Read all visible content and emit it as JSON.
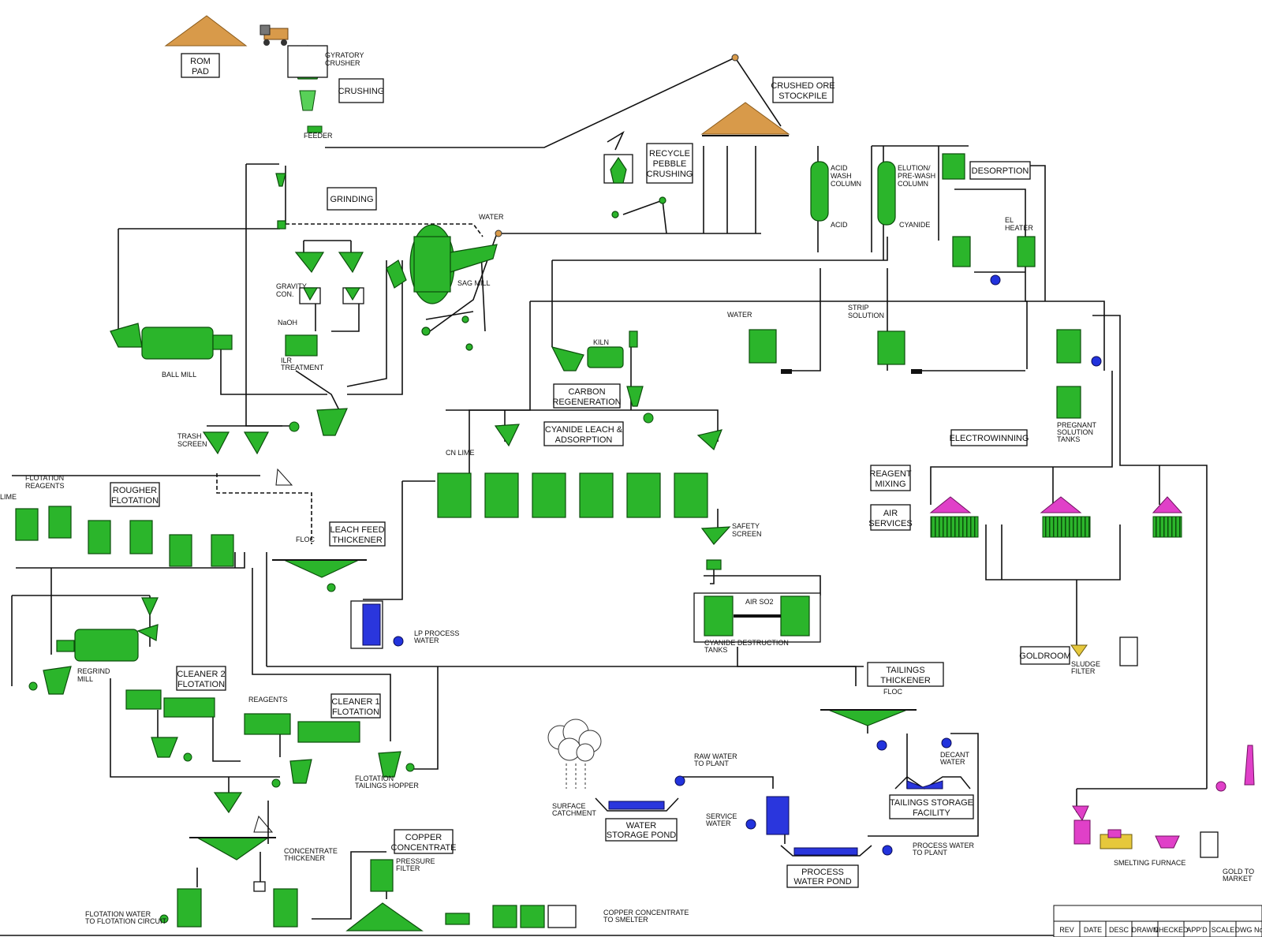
{
  "diagram": {
    "area_labels": {
      "rom_pad": [
        "ROM",
        "PAD"
      ],
      "crushing": "CRUSHING",
      "crushed_ore_stockpile": [
        "CRUSHED ORE",
        "STOCKPILE"
      ],
      "recycle_pebble_crushing": [
        "RECYCLE",
        "PEBBLE",
        "CRUSHING"
      ],
      "grinding": "GRINDING",
      "desorption": "DESORPTION",
      "carbon_regeneration": [
        "CARBON",
        "REGENERATION"
      ],
      "cyanide_leach_adsorption": [
        "CYANIDE LEACH &",
        "ADSORPTION"
      ],
      "electrowinning": "ELECTROWINNING",
      "reagent_mixing": [
        "REAGENT",
        "MIXING"
      ],
      "air_services": [
        "AIR",
        "SERVICES"
      ],
      "rougher_flotation": [
        "ROUGHER",
        "FLOTATION"
      ],
      "leach_feed_thickener": [
        "LEACH FEED",
        "THICKENER"
      ],
      "cleaner2_flotation": [
        "CLEANER 2",
        "FLOTATION"
      ],
      "cleaner1_flotation": [
        "CLEANER 1",
        "FLOTATION"
      ],
      "copper_concentrate": [
        "COPPER",
        "CONCENTRATE"
      ],
      "water_storage_pond": [
        "WATER",
        "STORAGE POND"
      ],
      "process_water_pond": [
        "PROCESS",
        "WATER POND"
      ],
      "tailings_thickener": [
        "TAILINGS",
        "THICKENER"
      ],
      "tailings_storage_facility": [
        "TAILINGS STORAGE",
        "FACILITY"
      ],
      "goldroom": "GOLDROOM"
    },
    "equipment_labels": {
      "gyratory_crusher": [
        "GYRATORY",
        "CRUSHER"
      ],
      "feeder": "FEEDER",
      "water": "WATER",
      "sag_mill": "SAG MILL",
      "gravity_concentrator": [
        "GRAVITY",
        "CON."
      ],
      "ball_mill": "BALL MILL",
      "ilr_treatment": [
        "ILR",
        "TREATMENT"
      ],
      "naoh": "NaOH",
      "trash_screen": [
        "TRASH",
        "SCREEN"
      ],
      "flotation_reagents": [
        "FLOTATION",
        "REAGENTS"
      ],
      "lime": "LIME",
      "acid_wash_column": [
        "ACID",
        "WASH",
        "COLUMN"
      ],
      "elution_column": [
        "ELUTION/",
        "PRE-WASH",
        "COLUMN"
      ],
      "acid": "ACID",
      "cyanide": "CYANIDE",
      "eluate_heater": [
        "EL",
        "HEATER"
      ],
      "strip_solution": [
        "STRIP",
        "SOLUTION"
      ],
      "kiln": "KILN",
      "pregnant_solution_tanks": [
        "PREGNANT",
        "SOLUTION",
        "TANKS"
      ],
      "cn_lime": "CN  LIME",
      "safety_screen": [
        "SAFETY",
        "SCREEN"
      ],
      "cyanide_destruction": [
        "CYANIDE DESTRUCTION",
        "TANKS"
      ],
      "so2_air": "AIR SO2",
      "lp_process_water": [
        "LP PROCESS",
        "WATER"
      ],
      "regrind_mill": [
        "REGRIND",
        "MILL"
      ],
      "reagents": "REAGENTS",
      "flotation_tails_hopper": [
        "FLOTATION",
        "TAILINGS HOPPER"
      ],
      "concentrate_thickener": [
        "CONCENTRATE",
        "THICKENER"
      ],
      "pressure_filter": [
        "PRESSURE",
        "FILTER"
      ],
      "flotation_water": [
        "FLOTATION WATER",
        "TO FLOTATION CIRCUIT"
      ],
      "copper_conc_to_smelter": [
        "COPPER CONCENTRATE",
        "TO SMELTER"
      ],
      "surface_catchment": [
        "SURFACE",
        "CATCHMENT"
      ],
      "raw_water_to_plant": [
        "RAW WATER",
        "TO PLANT"
      ],
      "service_water": [
        "SERVICE",
        "WATER"
      ],
      "process_water_to_plant": [
        "PROCESS WATER",
        "TO PLANT"
      ],
      "decant_water": [
        "DECANT",
        "WATER"
      ],
      "floc": "FLOC",
      "sludge_filter": [
        "SLUDGE",
        "FILTER"
      ],
      "smelting_furnace": "SMELTING FURNACE",
      "gold_to_market": [
        "GOLD TO",
        "MARKET"
      ]
    },
    "title_block_cells": [
      "REV",
      "DATE",
      "DESC",
      "DRAWN",
      "CHECKED",
      "APP'D",
      "SCALE",
      "DWG No"
    ],
    "colors": {
      "equipment": "#2bb52b",
      "pumps_water": "#2233dd",
      "goldroom": "#e040c8",
      "stockpile": "#d89a4a",
      "lines": "#111111"
    }
  }
}
